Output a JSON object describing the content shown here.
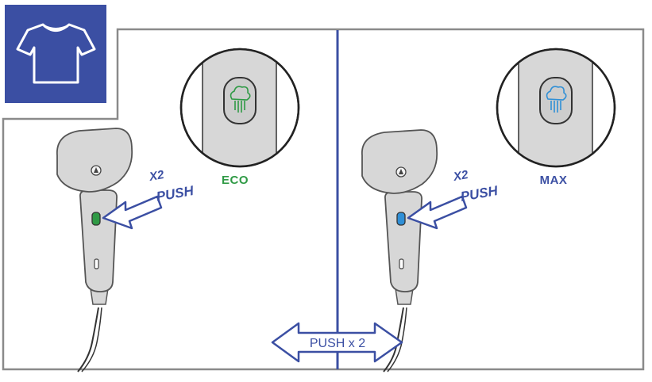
{
  "colors": {
    "brand_blue": "#3b4fa3",
    "panel_border": "#8a8a8a",
    "device_fill": "#d7d7d7",
    "device_stroke": "#555555",
    "eco_green": "#2f9a45",
    "max_blue": "#2f8fd6",
    "max_label": "#3b4fa3"
  },
  "header": {
    "icon": "tshirt-icon"
  },
  "panels": [
    {
      "mode_label": "ECO",
      "push_count": "X2",
      "push_label": "PUSH",
      "indicator_icon": "steam-icon-green"
    },
    {
      "mode_label": "MAX",
      "push_count": "X2",
      "push_label": "PUSH",
      "indicator_icon": "steam-icon-blue"
    }
  ],
  "switch_label": "PUSH x 2"
}
